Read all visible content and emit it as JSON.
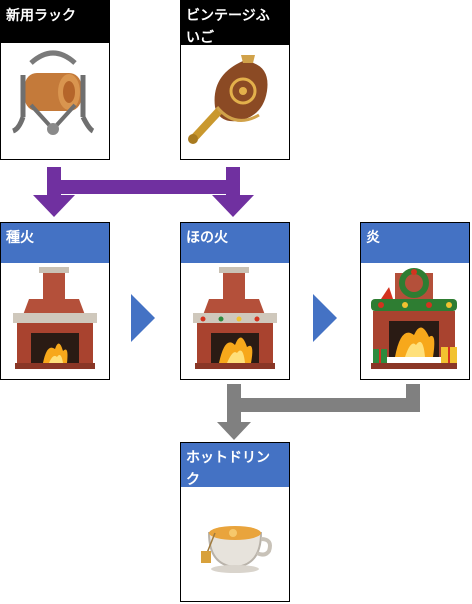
{
  "items": {
    "rack": {
      "label": "新用ラック",
      "icon": "log-rack-icon"
    },
    "bellows": {
      "label": "ビンテージふいご",
      "icon": "bellows-icon"
    },
    "tanebi": {
      "label": "種火",
      "icon": "fireplace-icon"
    },
    "honoobi": {
      "label": "ほの火",
      "icon": "decorated-fireplace-icon"
    },
    "honoo": {
      "label": "炎",
      "icon": "christmas-fireplace-icon"
    },
    "hotdrink": {
      "label": "ホットドリンク",
      "icon": "hot-drink-cup-icon"
    }
  },
  "colors": {
    "material_header": "#000000",
    "stage_header": "#4472c4",
    "merge_arrow": "#7030a0",
    "step_arrow": "#4472c4",
    "output_arrow": "#808080"
  }
}
